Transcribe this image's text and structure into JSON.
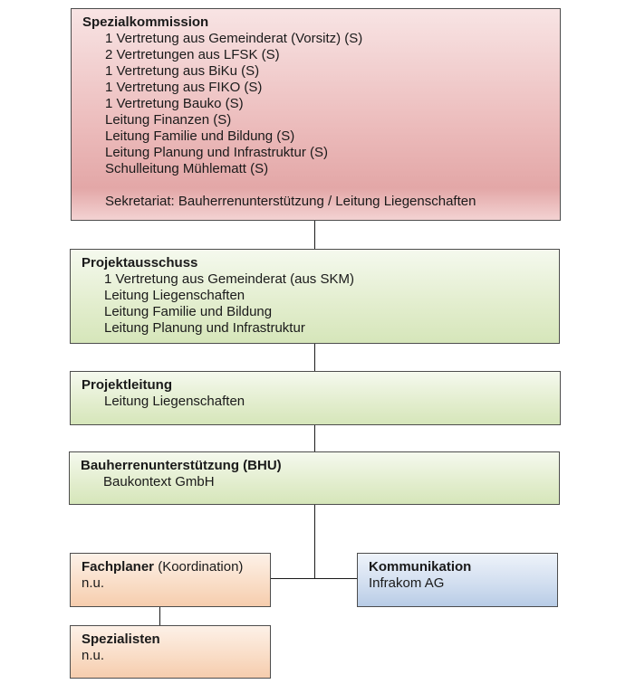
{
  "spezialkommission": {
    "title": "Spezialkommission",
    "members": [
      "1 Vertretung aus Gemeinderat (Vorsitz) (S)",
      "2 Vertretungen aus LFSK (S)",
      "1 Vertretung aus BiKu (S)",
      "1 Vertretung aus FIKO (S)",
      "1 Vertretung Bauko (S)",
      "Leitung Finanzen (S)",
      "Leitung Familie und Bildung (S)",
      "Leitung Planung und Infrastruktur (S)",
      "Schulleitung Mühlematt (S)"
    ],
    "sekretariat": "Sekretariat: Bauherrenunterstützung / Leitung Liegenschaften"
  },
  "projektausschuss": {
    "title": "Projektausschuss",
    "members": [
      "1 Vertretung aus Gemeinderat (aus SKM)",
      "Leitung Liegenschaften",
      "Leitung Familie und Bildung",
      "Leitung Planung und Infrastruktur"
    ]
  },
  "projektleitung": {
    "title": "Projektleitung",
    "members": [
      "Leitung Liegenschaften"
    ]
  },
  "bhu": {
    "title": "Bauherrenunterstützung (BHU)",
    "members": [
      "Baukontext GmbH"
    ]
  },
  "fachplaner": {
    "title": "Fachplaner",
    "title_suffix": "(Koordination)",
    "value": "n.u."
  },
  "kommunikation": {
    "title": "Kommunikation",
    "value": "Infrakom AG"
  },
  "spezialisten": {
    "title": "Spezialisten",
    "value": "n.u."
  },
  "colors": {
    "spezialkommission": "#e6abab",
    "green_boxes": "#d9e7c0",
    "fachplaner_spezialisten": "#f8d3b6",
    "kommunikation": "#c0d2e9",
    "border": "#4d4d4d"
  }
}
